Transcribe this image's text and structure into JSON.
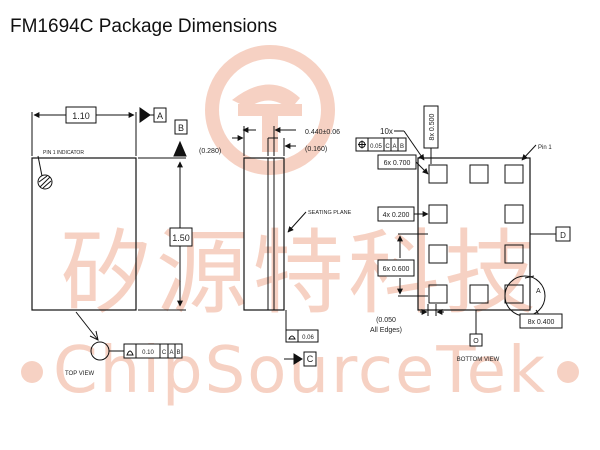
{
  "title": "FM1694C Package Dimensions",
  "watermark": {
    "chinese": "矽源特科技",
    "brand": "ChipSourceTek",
    "color": "#f6cdbd"
  },
  "top_view": {
    "width_dim": "1.10",
    "datum_a": "A",
    "datum_b": "B",
    "pin1_label": "PIN 1 INDICATOR",
    "height_dim": "1.50",
    "view_label": "TOP VIEW",
    "fcf": [
      "0.10",
      "C",
      "A",
      "B"
    ]
  },
  "side_view": {
    "dim_left": "(0.280)",
    "dim_right_top": "0.440±0.06",
    "dim_right_bottom": "(0.160)",
    "seating_plane": "SEATING PLANE",
    "flatness": "0.06",
    "datum_c": "C"
  },
  "bottom_view": {
    "count": "10x",
    "ball_dia": "0.500",
    "ball_dia_count": "8x",
    "position_fcf": [
      "0.05",
      "C",
      "A",
      "B"
    ],
    "pitch_700": "6x 0.700",
    "pitch_200": "4x 0.200",
    "pitch_600": "6x 0.600",
    "edge_dim_1": "(0.050",
    "edge_dim_2": "All Edges)",
    "datum_d": "D",
    "datum_o": "O",
    "pin1": "Pin 1",
    "pitch_400": "8x 0.400",
    "detail_a": "A",
    "view_label": "BOTTOM VIEW"
  }
}
